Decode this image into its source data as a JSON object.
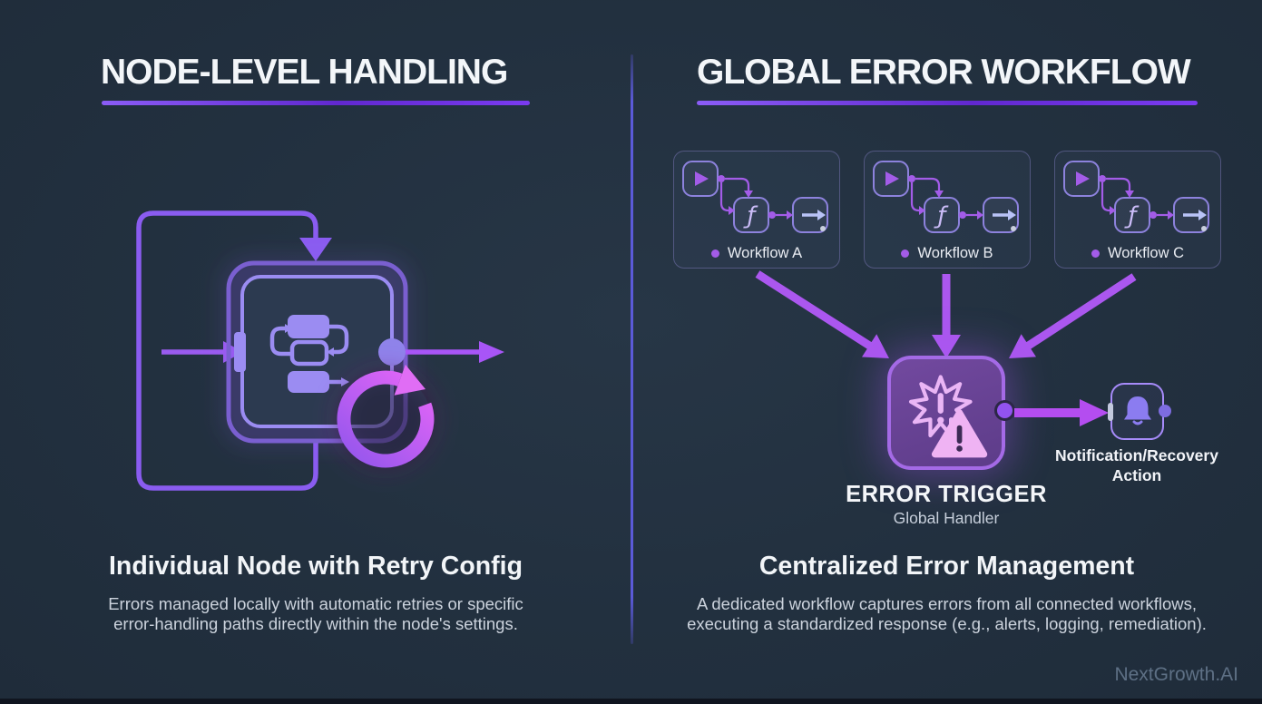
{
  "page": {
    "background": "#22303f",
    "accent_purple": "#a855f7",
    "accent_magenta": "#d946ef",
    "divider_color": "#5b5ad8",
    "watermark": "NextGrowth.AI"
  },
  "left_panel": {
    "title": "NODE-LEVEL HANDLING",
    "diagram": {
      "icons": [
        "loop-arrow-icon",
        "input-arrow-icon",
        "flowchart-icon",
        "output-arrow-icon",
        "retry-loop-icon"
      ]
    },
    "heading": "Individual Node with Retry Config",
    "body_line1": "Errors managed locally with automatic retries or specific",
    "body_line2": "error-handling paths directly within the node's settings."
  },
  "right_panel": {
    "title": "GLOBAL ERROR WORKFLOW",
    "workflows": [
      {
        "label": "Workflow A",
        "icons": [
          "play-icon",
          "function-icon",
          "arrow-icon"
        ]
      },
      {
        "label": "Workflow B",
        "icons": [
          "play-icon",
          "function-icon",
          "arrow-icon"
        ]
      },
      {
        "label": "Workflow C",
        "icons": [
          "play-icon",
          "function-icon",
          "arrow-icon"
        ]
      }
    ],
    "error_trigger": {
      "label": "ERROR TRIGGER",
      "sublabel": "Global Handler",
      "icons": [
        "burst-icon",
        "warning-triangle-icon"
      ]
    },
    "notification": {
      "label_line1": "Notification/Recovery",
      "label_line2": "Action",
      "icon": "bell-icon"
    },
    "heading": "Centralized Error Management",
    "body_line1": "A dedicated workflow captures errors from all connected workflows,",
    "body_line2": "executing a standardized response (e.g., alerts, logging, remediation)."
  }
}
